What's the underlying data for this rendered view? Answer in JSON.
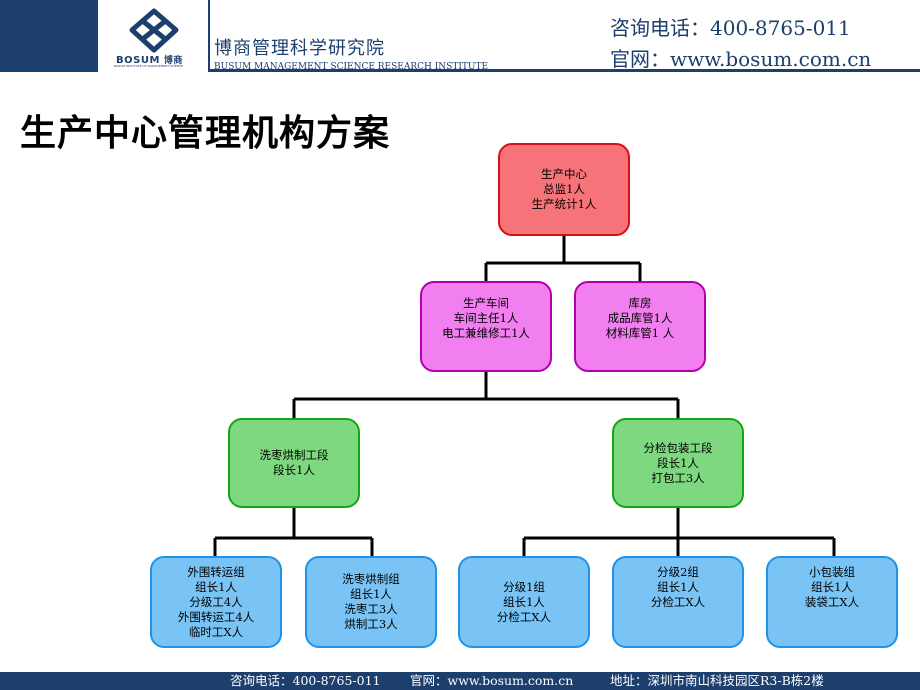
{
  "header": {
    "logo_word": "BOSUM",
    "logo_cn": "博商",
    "logo_sub": "BOSUM INSTITUTE OF MANAGEMENT SCIENCE",
    "org_cn": "博商管理科学研究院",
    "org_en": "BUSUM MANAGEMENT SCIENCE RESEARCH INSTITUTE",
    "phone": "咨询电话：400-8765-011",
    "website": "官网：www.bosum.com.cn"
  },
  "title": "生产中心管理机构方案",
  "nodes": {
    "center": [
      "生产中心",
      "总监1人",
      "生产统计1人"
    ],
    "workshop": [
      "生产车间",
      "车间主任1人",
      "电工兼维修工1人"
    ],
    "warehouse": [
      "库房",
      "成品库管1人",
      "材料库管1 人"
    ],
    "washing": [
      "洗枣烘制工段",
      "段长1人"
    ],
    "packing": [
      "分检包装工段",
      "段长1人",
      "打包工3人"
    ],
    "transport_group": [
      "外围转运组",
      "组长1人",
      "分级工4人",
      "外围转运工4人",
      "临时工X人"
    ],
    "washing_group": [
      "洗枣烘制组",
      "组长1人",
      "洗枣工3人",
      "烘制工3人"
    ],
    "grading1": [
      "分级1组",
      "组长1人",
      "分检工X人"
    ],
    "grading2": [
      "分级2组",
      "组长1人",
      "分检工X人"
    ],
    "small_pack": [
      "小包装组",
      "组长1人",
      "装袋工X人"
    ]
  },
  "footer": {
    "phone": "咨询电话：400-8765-011",
    "website": "官网：www.bosum.com.cn",
    "address": "地址：深圳市南山科技园区R3-B栋2楼"
  },
  "colors": {
    "brand": "#1d3f6e",
    "level1": "#f7737a",
    "level2": "#f27ff0",
    "level3": "#7ed87f",
    "level4": "#79c4f5"
  }
}
